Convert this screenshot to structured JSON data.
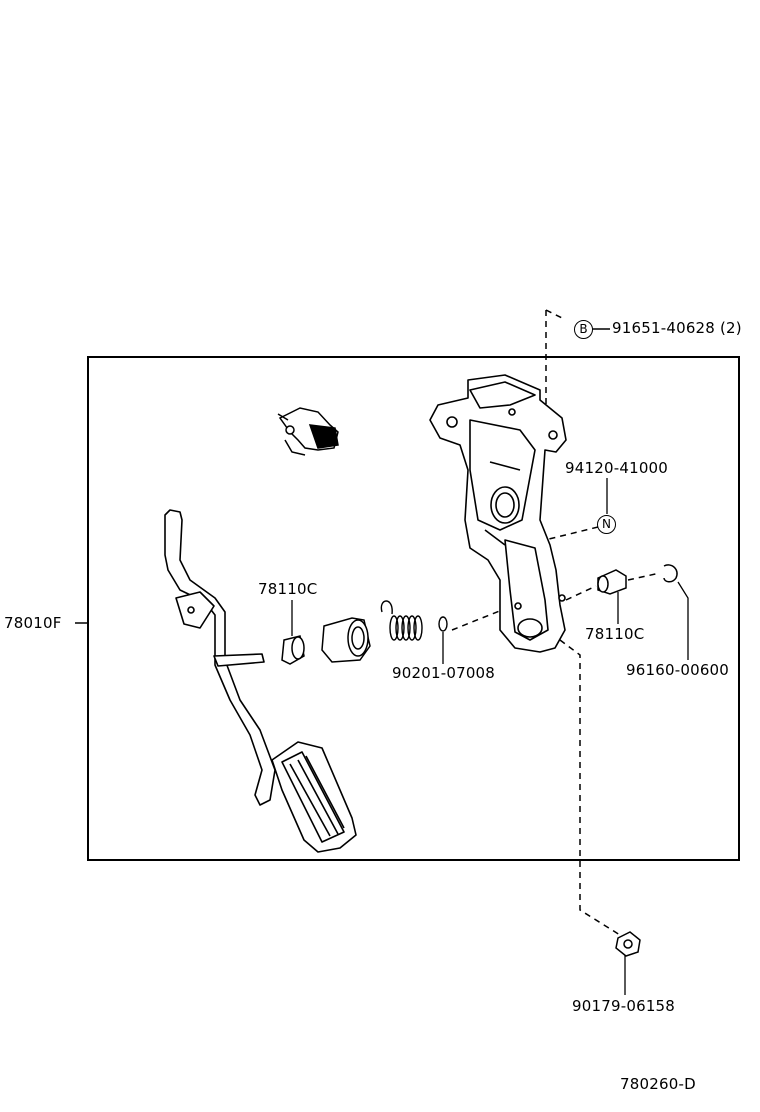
{
  "labels": {
    "p1": "91651-40628",
    "p1_qty": "(2)",
    "p1_ref": "B",
    "p2": "94120-41000",
    "p2_ref": "N",
    "p3": "78110C",
    "p4": "78110C",
    "p5": "90201-07008",
    "p6": "96160-00600",
    "p7": "78010F",
    "p8": "90179-06158",
    "figure_code": "780260-D"
  }
}
